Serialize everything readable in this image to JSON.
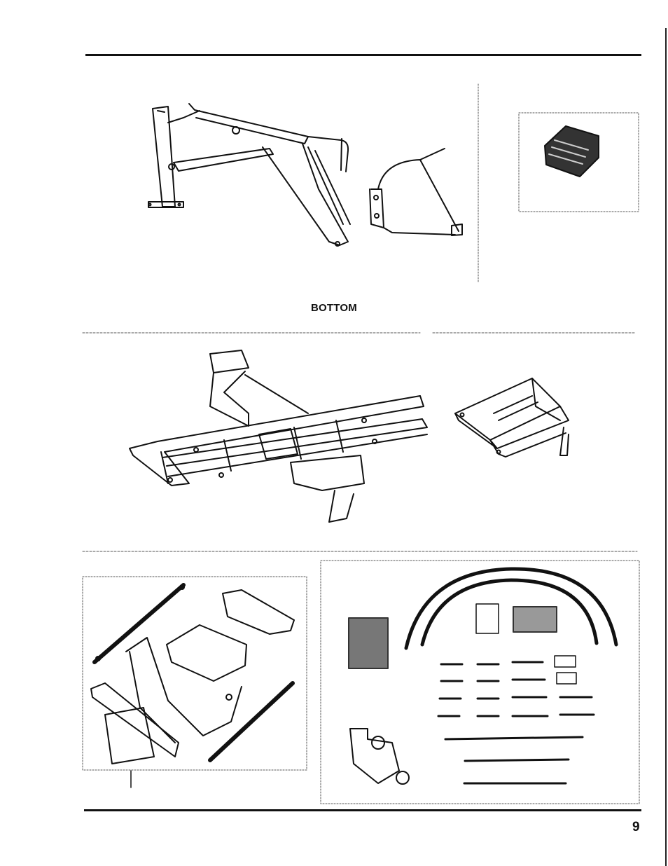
{
  "document": {
    "caption_bottom": "BOTTOM",
    "page_number": "9"
  },
  "colors": {
    "ink": "#111111",
    "paper": "#ffffff",
    "dotted_frame": "#555555"
  },
  "figures": [
    "loader-arm-and-bucket-drawing",
    "filter-cartridge-photo",
    "subframe-drawing",
    "crossmember-bracket-drawing",
    "mounting-brackets-and-braces-photo",
    "hoses-pins-and-valve-kit-photo"
  ]
}
